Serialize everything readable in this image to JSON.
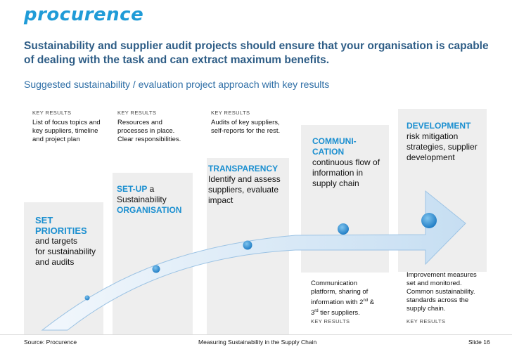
{
  "logo": "procurence",
  "headline": "Sustainability and supplier audit projects should ensure that your organisation is capable of dealing with the task and can extract maximum benefits.",
  "subhead": "Suggested sustainability / evaluation project approach with key results",
  "key_results_label": "KEY RESULTS",
  "stages": [
    {
      "title": "SET PRIORITIES",
      "title_line1": "SET",
      "title_line2": "PRIORITIES",
      "text_line1": "and targets",
      "text_line2": "for sustainability",
      "text_line3": "and audits",
      "key_results": "List of focus topics and key suppliers, timeline and project plan"
    },
    {
      "title_a": "SET-UP",
      "title_b": " a",
      "text": "Sustainability",
      "title_c": "ORGANISATION",
      "key_results": "Resources and processes in place. Clear responsibilities."
    },
    {
      "title": "TRANSPARENCY",
      "text": "Identify and assess suppliers, evaluate impact",
      "key_results": "Audits of key suppliers, self-reports for the rest."
    },
    {
      "title_line1": "COMMUNI-",
      "title_line2": "CATION",
      "text": "continuous flow of information in supply chain",
      "kr_line1": "Communication",
      "kr_line2": "platform, sharing of",
      "kr_line3a": "information with 2",
      "kr_sup3": "nd",
      "kr_line3b": " &",
      "kr_line4a": "3",
      "kr_sup4": "rd",
      "kr_line4b": " tier suppliers."
    },
    {
      "title": "DEVELOPMENT",
      "text": "risk mitigation strategies, supplier development",
      "key_results": "Improvement measures set and monitored. Common sustainability. standards across the supply chain."
    }
  ],
  "footer": {
    "source": "Source: Procurence",
    "center": "Measuring Sustainability in the Supply Chain",
    "slide": "Slide 16"
  },
  "colors": {
    "accent": "#1b8fd0",
    "headline": "#2e5d86",
    "block": "#eeeeee",
    "arrow_fill": "#d3e6f5"
  }
}
